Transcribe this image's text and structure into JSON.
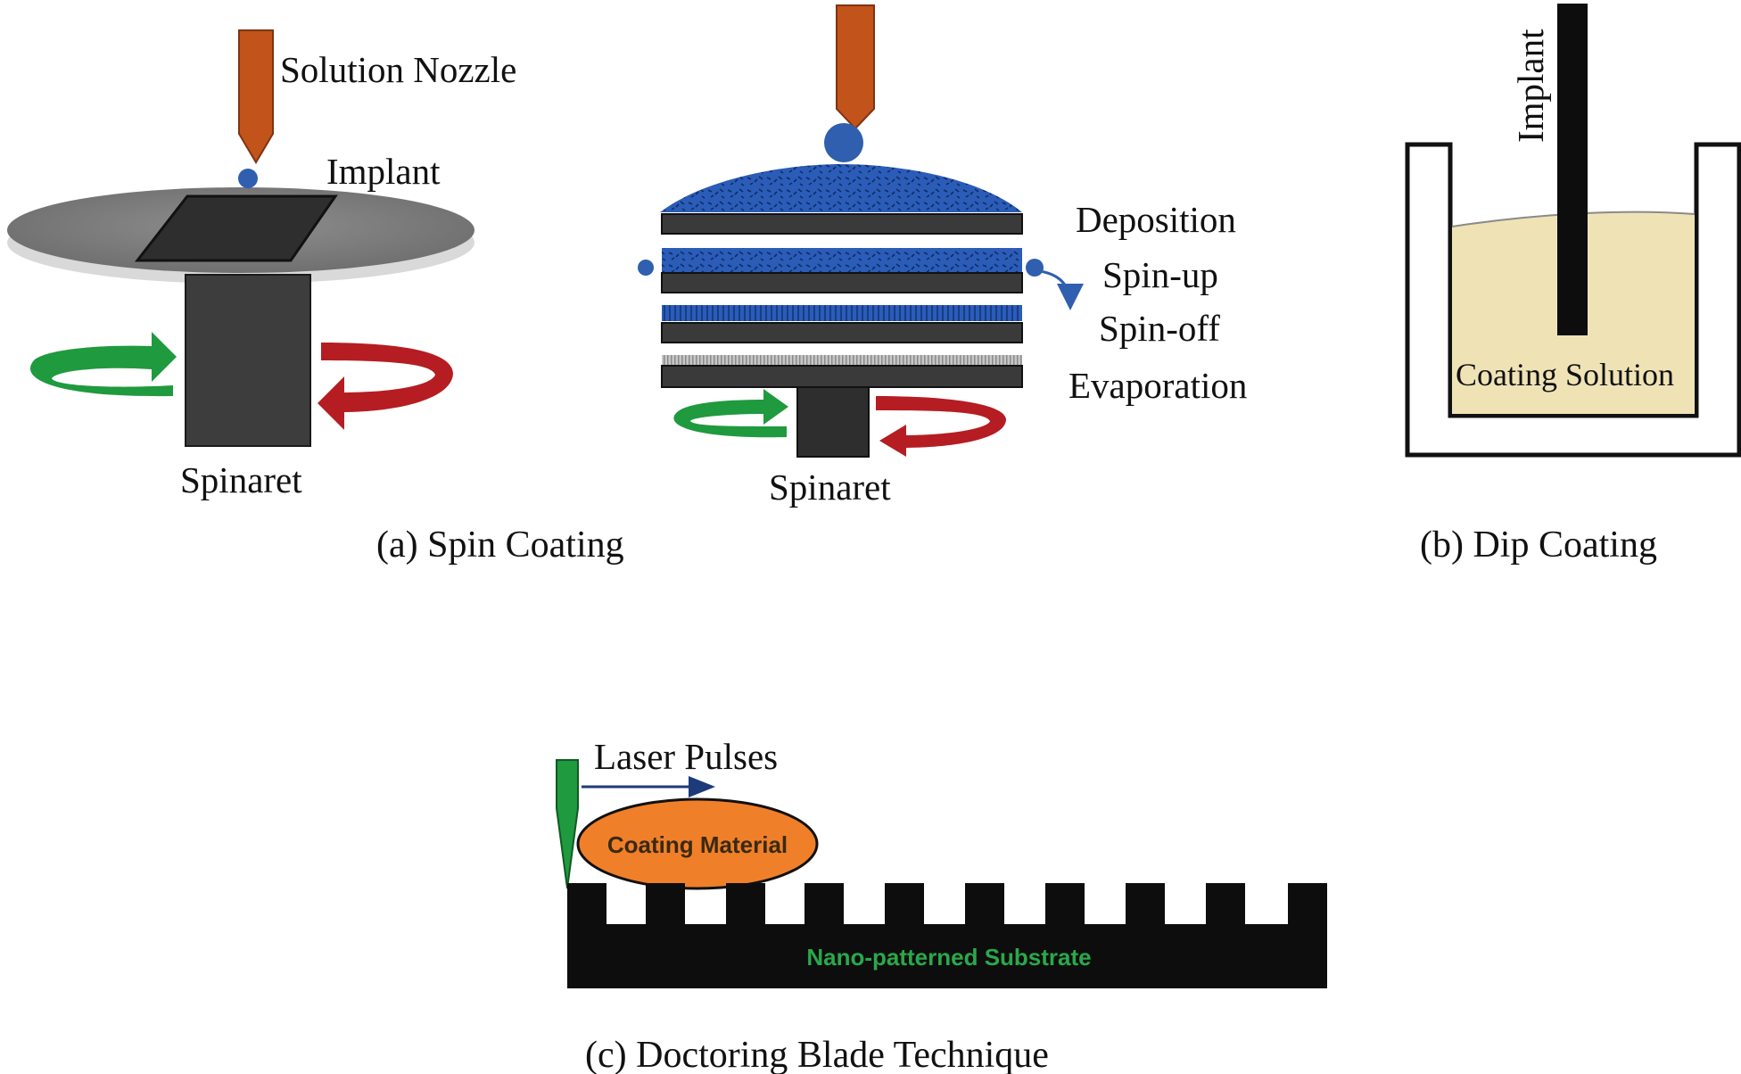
{
  "panels": {
    "spin_coating": {
      "caption": "(a) Spin Coating",
      "left_setup": {
        "nozzle_label": "Solution Nozzle",
        "implant_label": "Implant",
        "spinaret_label": "Spinaret"
      },
      "stages": {
        "labels": [
          "Deposition",
          "Spin-up",
          "Spin-off",
          "Evaporation"
        ],
        "spinaret_label": "Spinaret"
      }
    },
    "dip_coating": {
      "caption": "(b) Dip Coating",
      "implant_label": "Implant",
      "solution_label": "Coating Solution"
    },
    "doctoring_blade": {
      "caption": "(c) Doctoring Blade Technique",
      "laser_label": "Laser Pulses",
      "material_label": "Coating Material",
      "substrate_label": "Nano-patterned Substrate"
    }
  },
  "colors": {
    "nozzle": "#c2531b",
    "droplet": "#2f5fae",
    "coating_film": "#2b5cb8",
    "green_arrow": "#1f9a3e",
    "red_arrow": "#b51d22",
    "dark_plate": "#3a3a3a",
    "platform_disc": "#8e8e8e",
    "dip_solution": "#efe3b6",
    "blade": "#1f9a3e",
    "coating_material": "#f07f2a",
    "substrate": "#0d0d0d",
    "substrate_text": "#2aa84a"
  }
}
